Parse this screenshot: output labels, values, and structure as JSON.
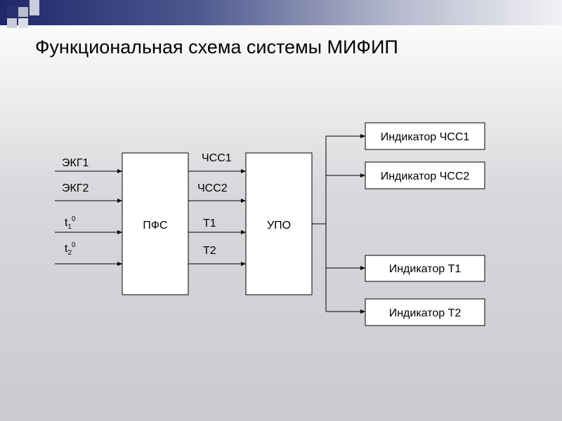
{
  "title": "Функциональная схема системы МИФИП",
  "blocks": {
    "pfs": "ПФС",
    "upo": "УПО"
  },
  "inputs": [
    {
      "text": "ЭКГ1",
      "sub": "",
      "sup": ""
    },
    {
      "text": "ЭКГ2",
      "sub": "",
      "sup": ""
    },
    {
      "text": "t",
      "sub": "1",
      "sup": "0"
    },
    {
      "text": "t",
      "sub": "2",
      "sup": "0"
    }
  ],
  "middle_signals": [
    "ЧСС1",
    "ЧСС2",
    "Т1",
    "Т2"
  ],
  "indicators": [
    "Индикатор ЧСС1",
    "Индикатор ЧСС2",
    "Индикатор Т1",
    "Индикатор Т2"
  ],
  "colors": {
    "header_dark": "#20286a",
    "square_dark": "#2a3274",
    "square_light": "#b9bdd0"
  }
}
